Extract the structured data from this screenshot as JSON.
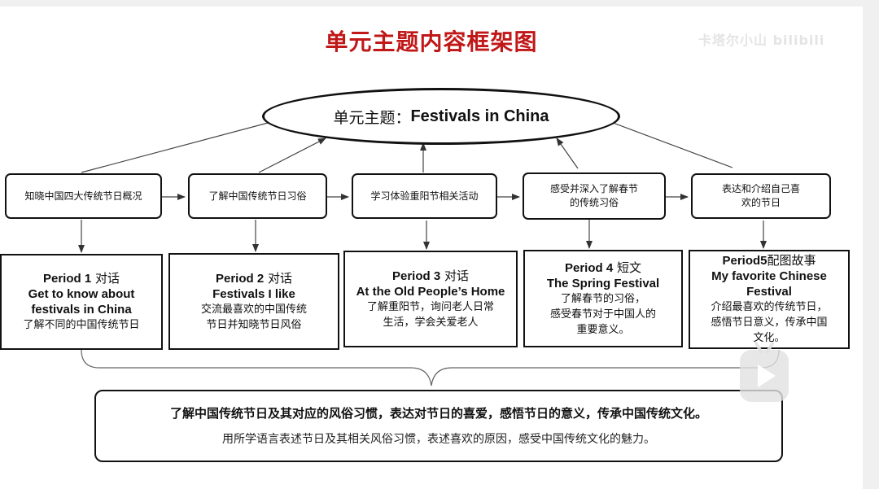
{
  "title": "单元主题内容框架图",
  "watermark": "卡塔尔小山 bilibili",
  "theme": {
    "prefix": "单元主题：",
    "name": "Festivals in China"
  },
  "steps": [
    {
      "text": "知晓中国四大传统节日概况"
    },
    {
      "text": "了解中国传统节日习俗"
    },
    {
      "text": "学习体验重阳节相关活动"
    },
    {
      "text": "感受并深入了解春节的传统习俗"
    },
    {
      "text": "表达和介绍自己喜欢的节日"
    }
  ],
  "periods": [
    {
      "label": "Period 1",
      "type": "对话",
      "title_lines": [
        "Get to know about",
        "festivals in China"
      ],
      "desc_lines": [
        "了解不同的中国传统节日"
      ]
    },
    {
      "label": "Period 2",
      "type": "对话",
      "title_lines": [
        "Festivals I like"
      ],
      "desc_lines": [
        "交流最喜欢的中国传统",
        "节日并知晓节日风俗"
      ]
    },
    {
      "label": "Period 3",
      "type": "对话",
      "title_lines": [
        "At the Old People’s Home"
      ],
      "desc_lines": [
        "了解重阳节，询问老人日常",
        "生活，学会关爱老人"
      ]
    },
    {
      "label": "Period 4",
      "type": "短文",
      "title_lines": [
        "The Spring Festival"
      ],
      "desc_lines": [
        "了解春节的习俗，",
        "感受春节对于中国人的",
        "重要意义。"
      ]
    },
    {
      "label": "Period5",
      "type": "配图故事",
      "title_lines": [
        "My favorite Chinese",
        "Festival"
      ],
      "desc_lines": [
        "介绍最喜欢的传统节日，",
        "感悟节日意义，传承中国",
        "文化。"
      ]
    }
  ],
  "summary": {
    "line1": "了解中国传统节日及其对应的风俗习惯，表达对节日的喜爱，感悟节日的意义，传承中国传统文化。",
    "line2": "用所学语言表述节日及其相关风俗习惯，表述喜欢的原因，感受中国传统文化的魅力。"
  },
  "icons": {
    "play": "play-icon"
  }
}
